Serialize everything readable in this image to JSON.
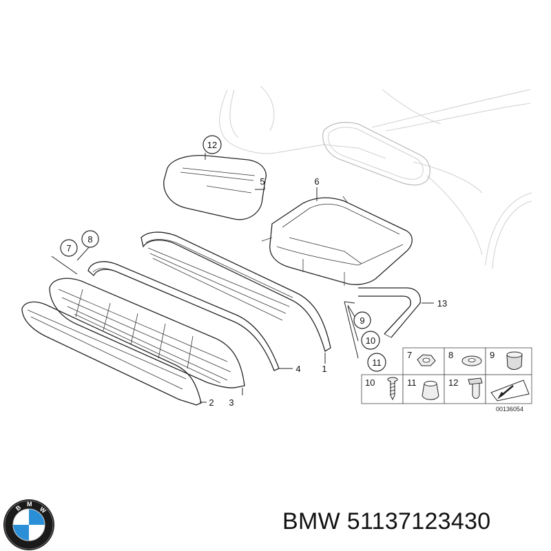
{
  "diagram": {
    "callouts": [
      "12",
      "5",
      "6",
      "8",
      "7",
      "13",
      "9",
      "10",
      "11",
      "4",
      "1",
      "2",
      "3"
    ],
    "legend": {
      "items": [
        {
          "num": "7",
          "icon": "hex-nut-icon"
        },
        {
          "num": "8",
          "icon": "washer-icon"
        },
        {
          "num": "9",
          "icon": "clip-nut-icon"
        },
        {
          "num": "10",
          "icon": "screw-icon"
        },
        {
          "num": "11",
          "icon": "expanding-nut-icon"
        },
        {
          "num": "12",
          "icon": "push-rivet-icon"
        }
      ],
      "arrow_icon": "arrow-pad-icon"
    },
    "drawing_number": "00136054"
  },
  "footer": {
    "brand_logo": "bmw-logo",
    "caption": "BMW 51137123430"
  },
  "colors": {
    "background": "#ffffff",
    "line": "#222222",
    "logo_blue": "#2a8fd6",
    "logo_black": "#1a1a1a"
  }
}
